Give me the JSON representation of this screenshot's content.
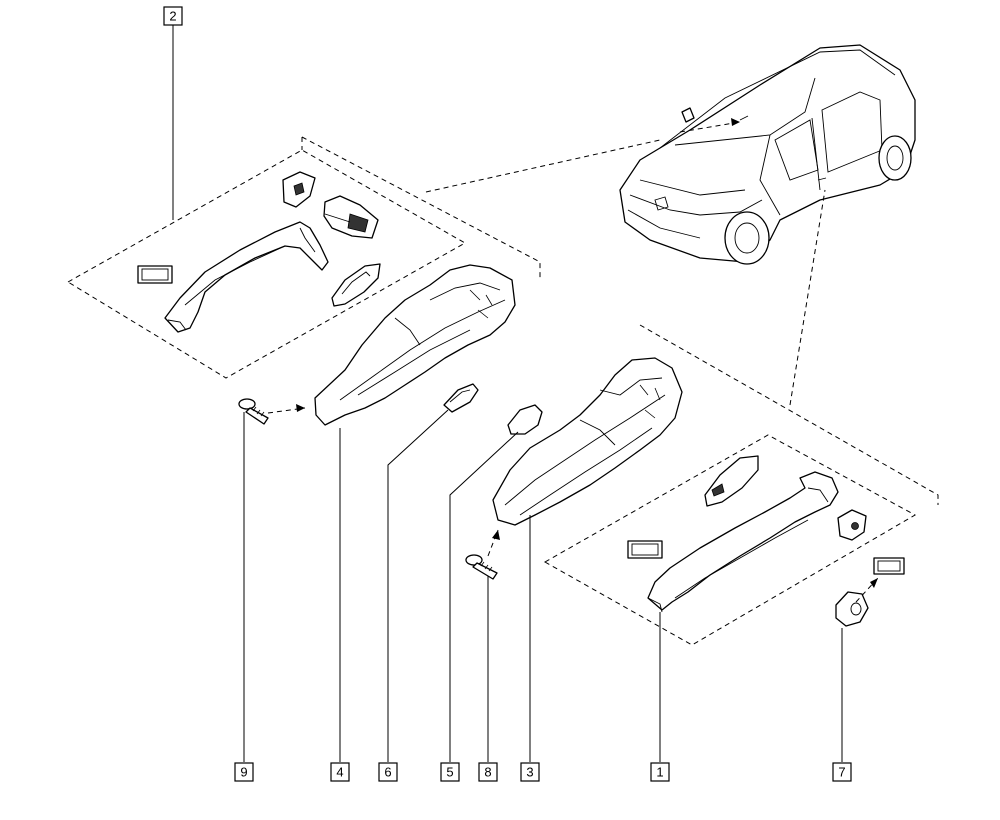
{
  "callouts": [
    {
      "id": "c9",
      "label": "9"
    },
    {
      "id": "c4",
      "label": "4"
    },
    {
      "id": "c6",
      "label": "6"
    },
    {
      "id": "c5",
      "label": "5"
    },
    {
      "id": "c8",
      "label": "8"
    },
    {
      "id": "c3",
      "label": "3"
    },
    {
      "id": "c1",
      "label": "1"
    },
    {
      "id": "c7",
      "label": "7"
    },
    {
      "id": "c2",
      "label": "2"
    }
  ]
}
